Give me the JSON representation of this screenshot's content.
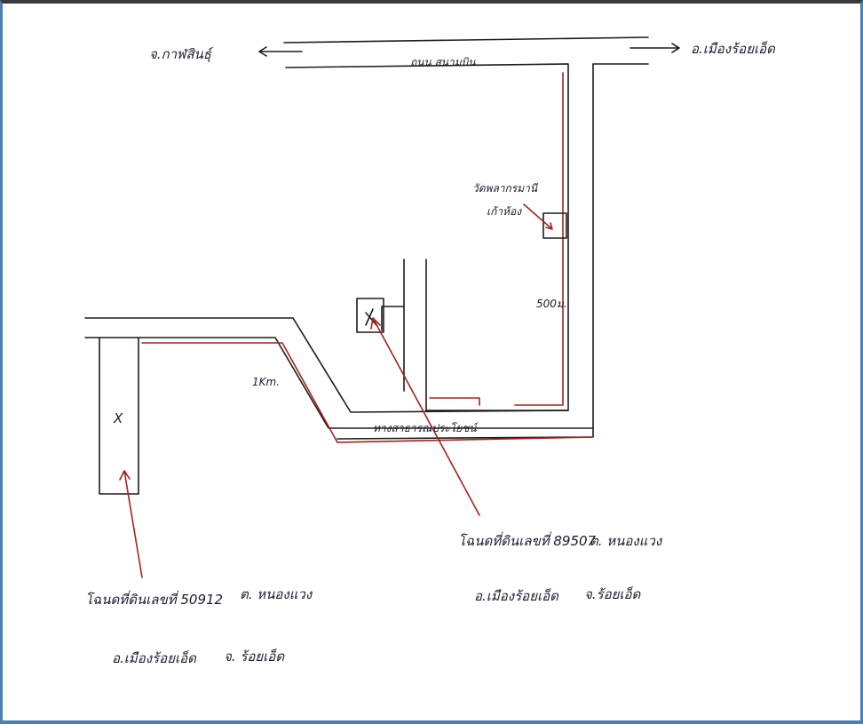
{
  "labels": {
    "left_destination": "จ.กาฬสินธุ์",
    "right_destination": "อ.เมืองร้อยเอ็ด",
    "main_road": "ถนน สนามบิน",
    "landmark": "วัดพลากรมานี",
    "landmark_sub": "เก้าห้อง",
    "distance_a": "500ม.",
    "distance_b": "1Km.",
    "side_road": "ทางสาธารณประโยชน์",
    "plot_left_title": "โฉนดที่ดินเลขที่ 50912",
    "plot_left_subdistrict": "ต. หนองแวง",
    "plot_left_district": "อ.เมืองร้อยเอ็ด",
    "plot_left_province": "จ. ร้อยเอ็ด",
    "plot_right_title": "โฉนดที่ดินเลขที่ 89507",
    "plot_right_subdistrict": "ต. หนองแวง",
    "plot_right_district": "อ.เมืองร้อยเอ็ด",
    "plot_right_province": "จ.ร้อยเอ็ด",
    "plot_marker": "X"
  },
  "colors": {
    "ink": "#1c1c1c",
    "route": "#a3221f",
    "frame": "#4a7fb5"
  }
}
